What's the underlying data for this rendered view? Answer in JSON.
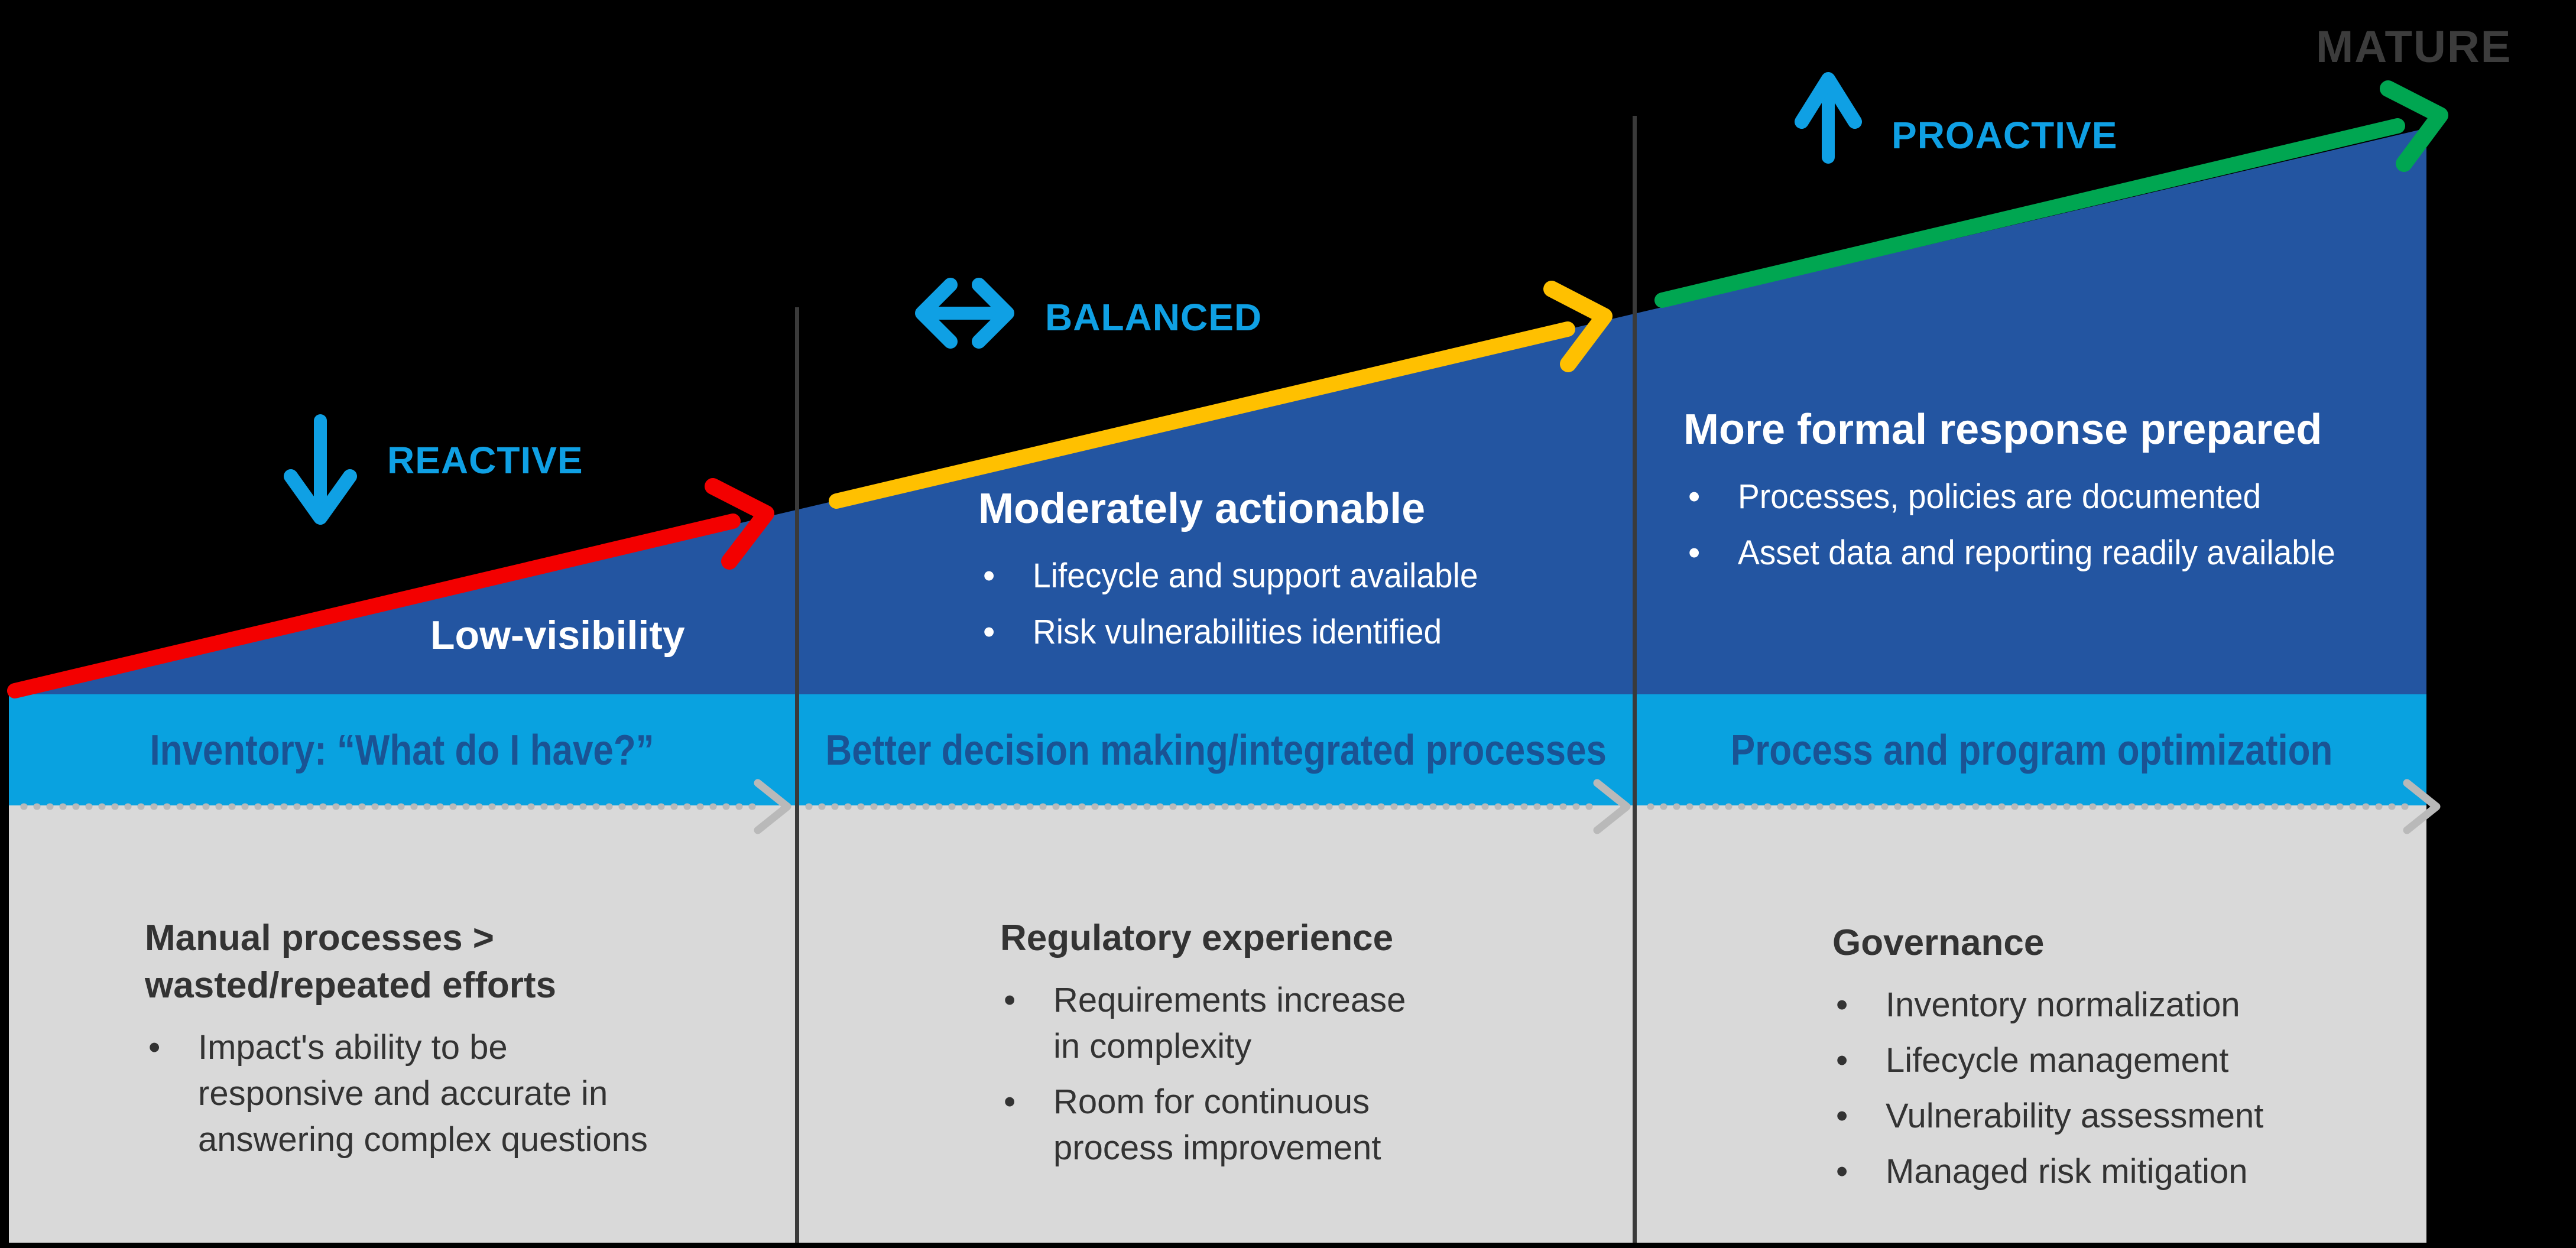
{
  "maturity_label": "MATURE",
  "colors": {
    "background": "#000000",
    "wedge": "#2355A1",
    "capability_band": "#09A2E0",
    "foundation_band": "#D9D9D9",
    "reactive_arrow": "#F30000",
    "balanced_arrow": "#FFC000",
    "proactive_arrow": "#00A651",
    "accent_blue": "#0FA0E4",
    "band_text": "#1A5394",
    "wedge_text": "#FFFFFF",
    "foundation_text": "#333333",
    "mature_text": "#3C3C3C",
    "divider": "#3A3A3A",
    "dotted_arrow": "#B9B9B9"
  },
  "stages": [
    {
      "id": "reactive",
      "label": "REACTIVE",
      "direction_icon": "arrow-down-icon",
      "wedge": {
        "heading": "Low-visibility",
        "bullets": []
      },
      "band_label": "Inventory: “What do I have?”",
      "foundation": {
        "heading": "Manual processes >\nwasted/repeated efforts",
        "bullets": [
          "Impact's ability to be\nresponsive and accurate in\nanswering complex questions"
        ]
      }
    },
    {
      "id": "balanced",
      "label": "BALANCED",
      "direction_icon": "arrow-left-right-icon",
      "wedge": {
        "heading": "Moderately actionable",
        "bullets": [
          "Lifecycle and support available",
          "Risk vulnerabilities identified"
        ]
      },
      "band_label": "Better decision making/integrated processes",
      "foundation": {
        "heading": "Regulatory experience",
        "bullets": [
          "Requirements increase\nin complexity",
          "Room for continuous\nprocess improvement"
        ]
      }
    },
    {
      "id": "proactive",
      "label": "PROACTIVE",
      "direction_icon": "arrow-up-icon",
      "wedge": {
        "heading": "More formal response prepared",
        "bullets": [
          "Processes, policies are documented",
          "Asset data and reporting readily available"
        ]
      },
      "band_label": "Process and program optimization",
      "foundation": {
        "heading": "Governance",
        "bullets": [
          "Inventory normalization",
          "Lifecycle management",
          "Vulnerability assessment",
          "Managed risk mitigation"
        ]
      }
    }
  ]
}
